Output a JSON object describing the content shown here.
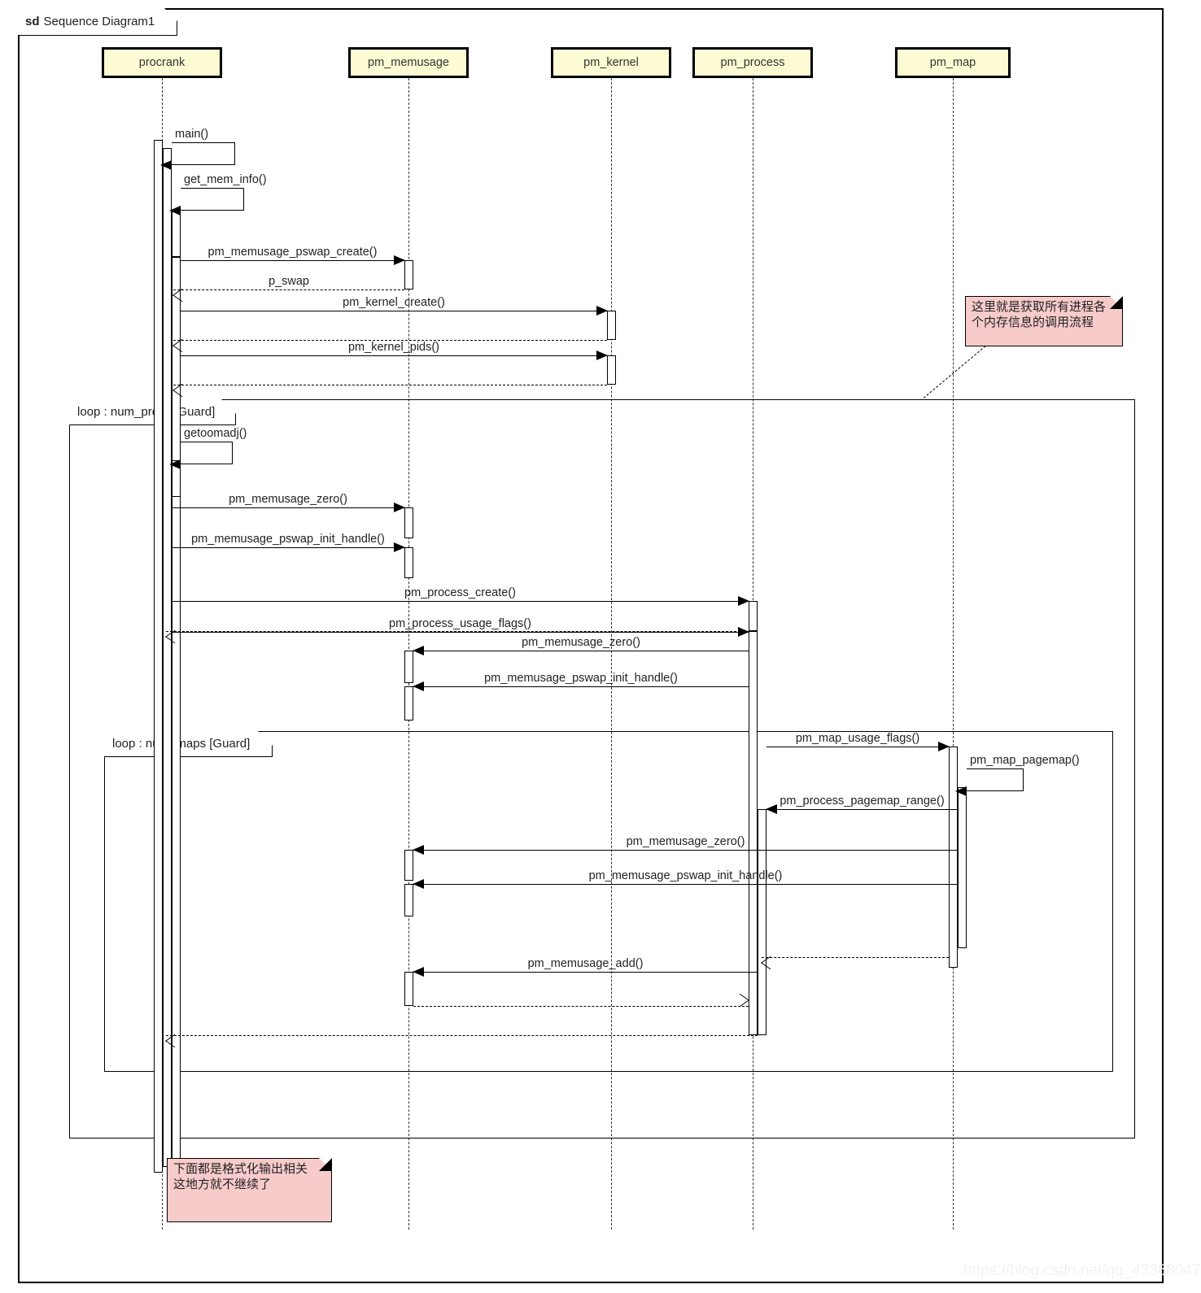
{
  "diagram": {
    "kind_label": "sd",
    "title": "Sequence Diagram1",
    "watermark": "https://blog.csdn.net/qq_43368047"
  },
  "lifelines": [
    {
      "id": "procrank",
      "label": "procrank"
    },
    {
      "id": "pm_memusage",
      "label": "pm_memusage"
    },
    {
      "id": "pm_kernel",
      "label": "pm_kernel"
    },
    {
      "id": "pm_process",
      "label": "pm_process"
    },
    {
      "id": "pm_map",
      "label": "pm_map"
    }
  ],
  "fragments": [
    {
      "id": "loop_procs",
      "label": "loop : num_procs  [Guard]"
    },
    {
      "id": "loop_maps",
      "label": "loop : num_maps  [Guard]"
    }
  ],
  "messages": [
    {
      "id": "m01",
      "label": "main()",
      "from": "procrank",
      "to": "procrank",
      "kind": "self"
    },
    {
      "id": "m02",
      "label": "get_mem_info()",
      "from": "procrank",
      "to": "procrank",
      "kind": "self"
    },
    {
      "id": "m03",
      "label": "pm_memusage_pswap_create()",
      "from": "procrank",
      "to": "pm_memusage",
      "kind": "call"
    },
    {
      "id": "m04",
      "label": "p_swap",
      "from": "pm_memusage",
      "to": "procrank",
      "kind": "return"
    },
    {
      "id": "m05",
      "label": "pm_kernel_create()",
      "from": "procrank",
      "to": "pm_kernel",
      "kind": "call"
    },
    {
      "id": "m06",
      "label": "",
      "from": "pm_kernel",
      "to": "procrank",
      "kind": "return"
    },
    {
      "id": "m07",
      "label": "pm_kernel_pids()",
      "from": "procrank",
      "to": "pm_kernel",
      "kind": "call"
    },
    {
      "id": "m08",
      "label": "",
      "from": "pm_kernel",
      "to": "procrank",
      "kind": "return"
    },
    {
      "id": "m09",
      "label": "getoomadj()",
      "from": "procrank",
      "to": "procrank",
      "kind": "self"
    },
    {
      "id": "m10",
      "label": "pm_memusage_zero()",
      "from": "procrank",
      "to": "pm_memusage",
      "kind": "call"
    },
    {
      "id": "m11",
      "label": "pm_memusage_pswap_init_handle()",
      "from": "procrank",
      "to": "pm_memusage",
      "kind": "call"
    },
    {
      "id": "m12",
      "label": "pm_process_create()",
      "from": "procrank",
      "to": "pm_process",
      "kind": "call"
    },
    {
      "id": "m13",
      "label": "",
      "from": "pm_process",
      "to": "procrank",
      "kind": "return"
    },
    {
      "id": "m14",
      "label": "pm_process_usage_flags()",
      "from": "procrank",
      "to": "pm_process",
      "kind": "call"
    },
    {
      "id": "m15",
      "label": "pm_memusage_zero()",
      "from": "pm_process",
      "to": "pm_memusage",
      "kind": "call"
    },
    {
      "id": "m16",
      "label": "pm_memusage_pswap_init_handle()",
      "from": "pm_process",
      "to": "pm_memusage",
      "kind": "call"
    },
    {
      "id": "m17",
      "label": "pm_map_usage_flags()",
      "from": "pm_process",
      "to": "pm_map",
      "kind": "call"
    },
    {
      "id": "m18",
      "label": "pm_map_pagemap()",
      "from": "pm_map",
      "to": "pm_map",
      "kind": "self"
    },
    {
      "id": "m19",
      "label": "pm_process_pagemap_range()",
      "from": "pm_map",
      "to": "pm_process",
      "kind": "call"
    },
    {
      "id": "m20",
      "label": "pm_memusage_zero()",
      "from": "pm_map",
      "to": "pm_memusage",
      "kind": "call"
    },
    {
      "id": "m21",
      "label": "pm_memusage_pswap_init_handle()",
      "from": "pm_map",
      "to": "pm_memusage",
      "kind": "call"
    },
    {
      "id": "m22",
      "label": "",
      "from": "pm_map",
      "to": "pm_process",
      "kind": "return"
    },
    {
      "id": "m23",
      "label": "pm_memusage_add()",
      "from": "pm_process",
      "to": "pm_memusage",
      "kind": "call"
    },
    {
      "id": "m24",
      "label": "",
      "from": "pm_memusage",
      "to": "pm_process",
      "kind": "return"
    },
    {
      "id": "m25",
      "label": "",
      "from": "pm_process",
      "to": "procrank",
      "kind": "return"
    }
  ],
  "notes": [
    {
      "id": "note_right",
      "text_lines": [
        "这里就是获取所有进程各",
        "个内存信息的调用流程"
      ],
      "color": "#f8cbcb"
    },
    {
      "id": "note_bottom",
      "text_lines": [
        "下面都是格式化输出相关",
        "这地方就不继续了"
      ],
      "color": "#f8cbcb"
    }
  ],
  "colors": {
    "actor_fill": "#fdfbd3",
    "note_fill": "#f8cbcb",
    "line": "#000000",
    "watermark": "#f2f2f2"
  }
}
